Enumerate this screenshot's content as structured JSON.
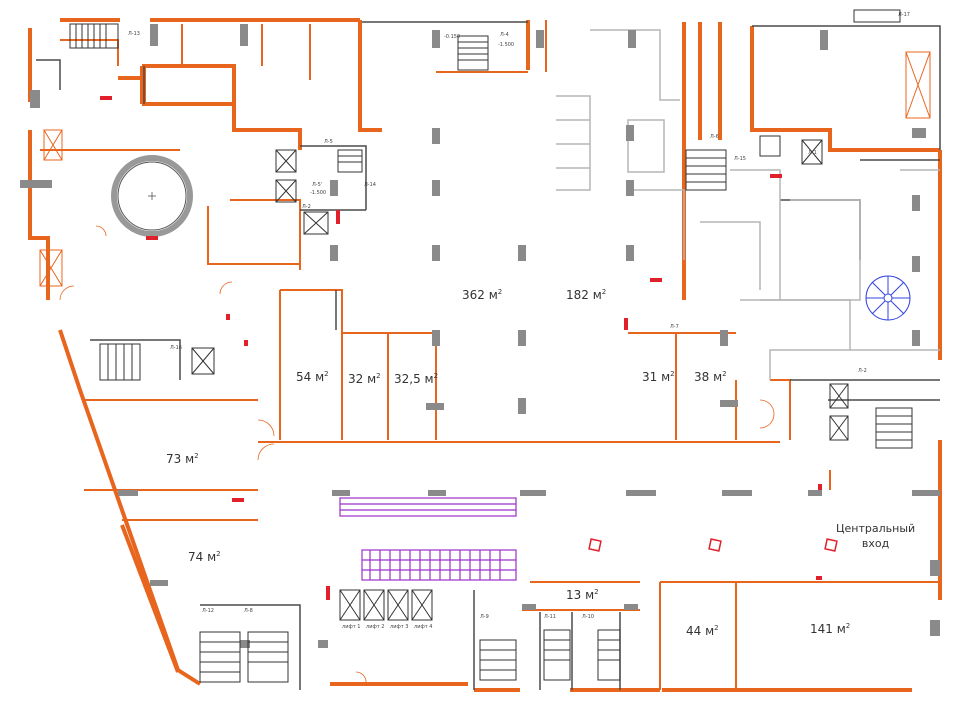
{
  "areas": {
    "a362": "362 м",
    "a182": "182 м",
    "a54": "54 м",
    "a32": "32 м",
    "a325": "32,5 м",
    "a31": "31 м",
    "a38": "38 м",
    "a73": "73 м",
    "a74": "74 м",
    "a13": "13 м",
    "a44": "44 м",
    "a141": "141 м",
    "sq": "2"
  },
  "entrance": {
    "line1": "Центральный",
    "line2": "вход"
  },
  "stairs": {
    "l1": "Л-1",
    "l2": "Л-2",
    "l4": "Л-4",
    "l5": "Л-5",
    "l5b": "Л-5'",
    "l6": "Л-6",
    "l7": "Л-7",
    "l8": "Л-8",
    "l9": "Л-9",
    "l10": "Л-10",
    "l11": "Л-11",
    "l12": "Л-12",
    "l13": "Л-13",
    "l14": "Л-14",
    "l15": "Л-15",
    "l16": "Л-16",
    "l17": "Л-17"
  },
  "lifts": {
    "f1": "лифт 1",
    "f2": "лифт 2",
    "f3": "лифт 3",
    "f4": "лифт 4"
  },
  "levels": {
    "top1": "-0.150",
    "top2": "-1.500",
    "mid": "-1.500"
  },
  "colors": {
    "wall": "#e8651e",
    "partition": "#4a4a4a",
    "column": "#8a8a8a",
    "escalator": "#9b30c9",
    "hydrant": "#e0202a",
    "spiral": "#3344dd"
  }
}
